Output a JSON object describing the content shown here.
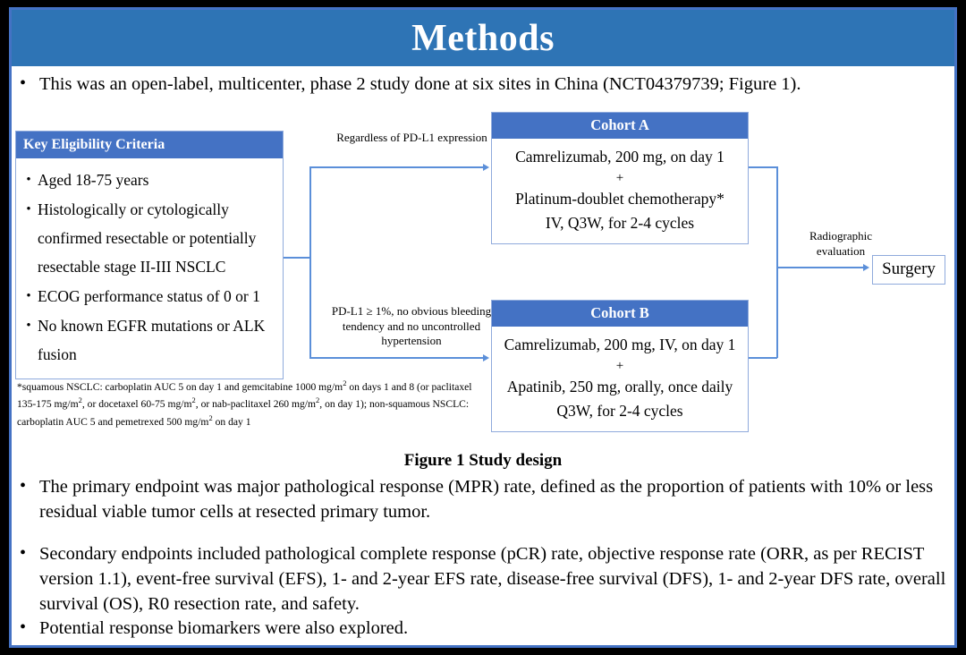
{
  "slide": {
    "title": "Methods",
    "banner_color": "#2E74B5",
    "frame_color": "#4472C4"
  },
  "intro_bullet": {
    "marker": "•",
    "text": "This was an open-label, multicenter, phase 2 study done at six sites in China (NCT04379739; Figure 1)."
  },
  "figure": {
    "caption": "Figure 1 Study design",
    "eligibility": {
      "header": "Key  Eligibility Criteria",
      "header_color": "#4472C4",
      "marker": "•",
      "items": [
        "Aged 18-75 years",
        "Histologically or cytologically confirmed resectable or potentially resectable stage II-III  NSCLC",
        "ECOG performance status of 0 or 1",
        "No known EGFR mutations or ALK fusion"
      ]
    },
    "footnote": {
      "line1_a": "*squamous NSCLC: carboplatin AUC 5 on day 1 and gemcitabine 1000 mg/m",
      "line1_sup": "2",
      "line1_b": " on days 1 and 8 (or paclitaxel 135-175  mg/m",
      "line2_sup": "2",
      "line2_b": ", or docetaxel 60-75 mg/m",
      "line3_sup": "2",
      "line3_b": ", or nab-paclitaxel 260 mg/m",
      "line4_sup": "2",
      "line4_b": ", on day 1); non-squamous NSCLC: carboplatin AUC 5 and pemetrexed 500 mg/m",
      "line5_sup": "2",
      "line5_b": " on day 1"
    },
    "cohort_a": {
      "header": "Cohort A",
      "line1": "Camrelizumab, 200 mg, on day 1",
      "plus": "+",
      "line2": "Platinum-doublet chemotherapy*",
      "line3": "IV, Q3W, for 2-4 cycles"
    },
    "cohort_b": {
      "header": "Cohort B",
      "line1": "Camrelizumab, 200 mg, IV, on day 1",
      "plus": "+",
      "line2": "Apatinib, 250 mg, orally, once daily",
      "line3": "Q3W, for 2-4 cycles"
    },
    "label_cohort_a_arm": "Regardless  of PD-L1 expression",
    "label_cohort_b_arm": "PD-L1 ≥ 1%, no obvious bleeding tendency and no uncontrolled  hypertension",
    "label_radiographic": "Radiographic evaluation",
    "surgery": "Surgery",
    "connector_color": "#5B8FD9"
  },
  "bullets": [
    {
      "marker": "•",
      "text": "The primary endpoint was major pathological response (MPR) rate, defined as the proportion of patients with 10% or less residual viable tumor cells at resected primary tumor."
    },
    {
      "marker": "•",
      "text": "Secondary endpoints included pathological complete response (pCR) rate, objective response rate (ORR, as per RECIST version 1.1), event-free survival (EFS), 1- and 2-year EFS rate, disease-free survival (DFS), 1- and 2-year DFS rate, overall survival (OS), R0 resection rate, and safety."
    },
    {
      "marker": "•",
      "text": "Potential response biomarkers were also explored."
    }
  ]
}
